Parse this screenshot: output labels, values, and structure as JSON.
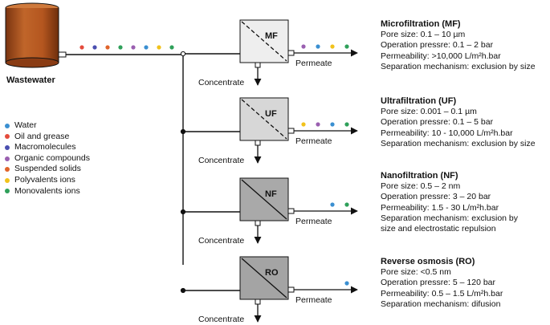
{
  "source": {
    "label": "Wastewater"
  },
  "colors": {
    "tank": "#b4561f",
    "tank_dark": "#7a3410",
    "mf_fill": "#eeeeee",
    "uf_fill": "#d7d7d7",
    "nf_fill": "#a9a9a9",
    "ro_fill": "#a4a4a4",
    "line": "#111111"
  },
  "particle_colors": {
    "water": "#3a8fd1",
    "oil": "#e44b3c",
    "macro": "#4a4fb0",
    "organic": "#9a5fb0",
    "suspended": "#e0642a",
    "polyvalent": "#f1c21b",
    "monovalent": "#2fa05a"
  },
  "legend": [
    {
      "label": "Water",
      "color": "#3a8fd1"
    },
    {
      "label": "Oil and grease",
      "color": "#e44b3c"
    },
    {
      "label": "Macromolecules",
      "color": "#4a4fb0"
    },
    {
      "label": "Organic compounds",
      "color": "#9a5fb0"
    },
    {
      "label": "Suspended solids",
      "color": "#e0642a"
    },
    {
      "label": "Polyvalents ions",
      "color": "#f1c21b"
    },
    {
      "label": "Monovalents ions",
      "color": "#2fa05a"
    }
  ],
  "feed_particles": [
    "#e44b3c",
    "#4a4fb0",
    "#e0642a",
    "#2fa05a",
    "#9a5fb0",
    "#3a8fd1",
    "#f1c21b",
    "#2fa05a"
  ],
  "units": [
    {
      "code": "MF",
      "title": "Microfiltration (MF)",
      "lines": [
        "Pore size: 0.1 – 10 µm",
        "Operation pressre: 0.1 – 2 bar",
        "Permeability: >10,000 L/m²h.bar",
        "Separation mechanism: exclusion by size"
      ],
      "concentrate": "Concentrate",
      "permeate": "Permeate",
      "permeate_particles": [
        "#9a5fb0",
        "#3a8fd1",
        "#f1c21b",
        "#2fa05a"
      ]
    },
    {
      "code": "UF",
      "title": "Ultrafiltration (UF)",
      "lines": [
        "Pore size: 0.001 – 0.1 µm",
        "Operation pressre: 0.1 – 5 bar",
        "Permeability: 10 - 10,000 L/m²h.bar",
        "Separation mechanism: exclusion by size"
      ],
      "concentrate": "Concentrate",
      "permeate": "Permeate",
      "permeate_particles": [
        "#f1c21b",
        "#9a5fb0",
        "#3a8fd1",
        "#2fa05a"
      ]
    },
    {
      "code": "NF",
      "title": "Nanofiltration (NF)",
      "lines": [
        "Pore size: 0.5 – 2 nm",
        "Operation pressre: 3 – 20 bar",
        "Permeability: 1.5 - 30 L/m²h.bar",
        "Separation mechanism: exclusion by",
        "size and electrostatic repulsion"
      ],
      "concentrate": "Concentrate",
      "permeate": "Permeate",
      "permeate_particles": [
        "#3a8fd1",
        "#2fa05a"
      ]
    },
    {
      "code": "RO",
      "title": "Reverse osmosis (RO)",
      "lines": [
        "Pore size: <0.5  nm",
        "Operation pressre: 5 – 120 bar",
        "Permeability: 0.5 – 1.5 L/m²h.bar",
        "Separation mechanism: difusion"
      ],
      "concentrate": "Concentrate",
      "permeate": "Permeate",
      "permeate_particles": [
        "#3a8fd1"
      ]
    }
  ]
}
